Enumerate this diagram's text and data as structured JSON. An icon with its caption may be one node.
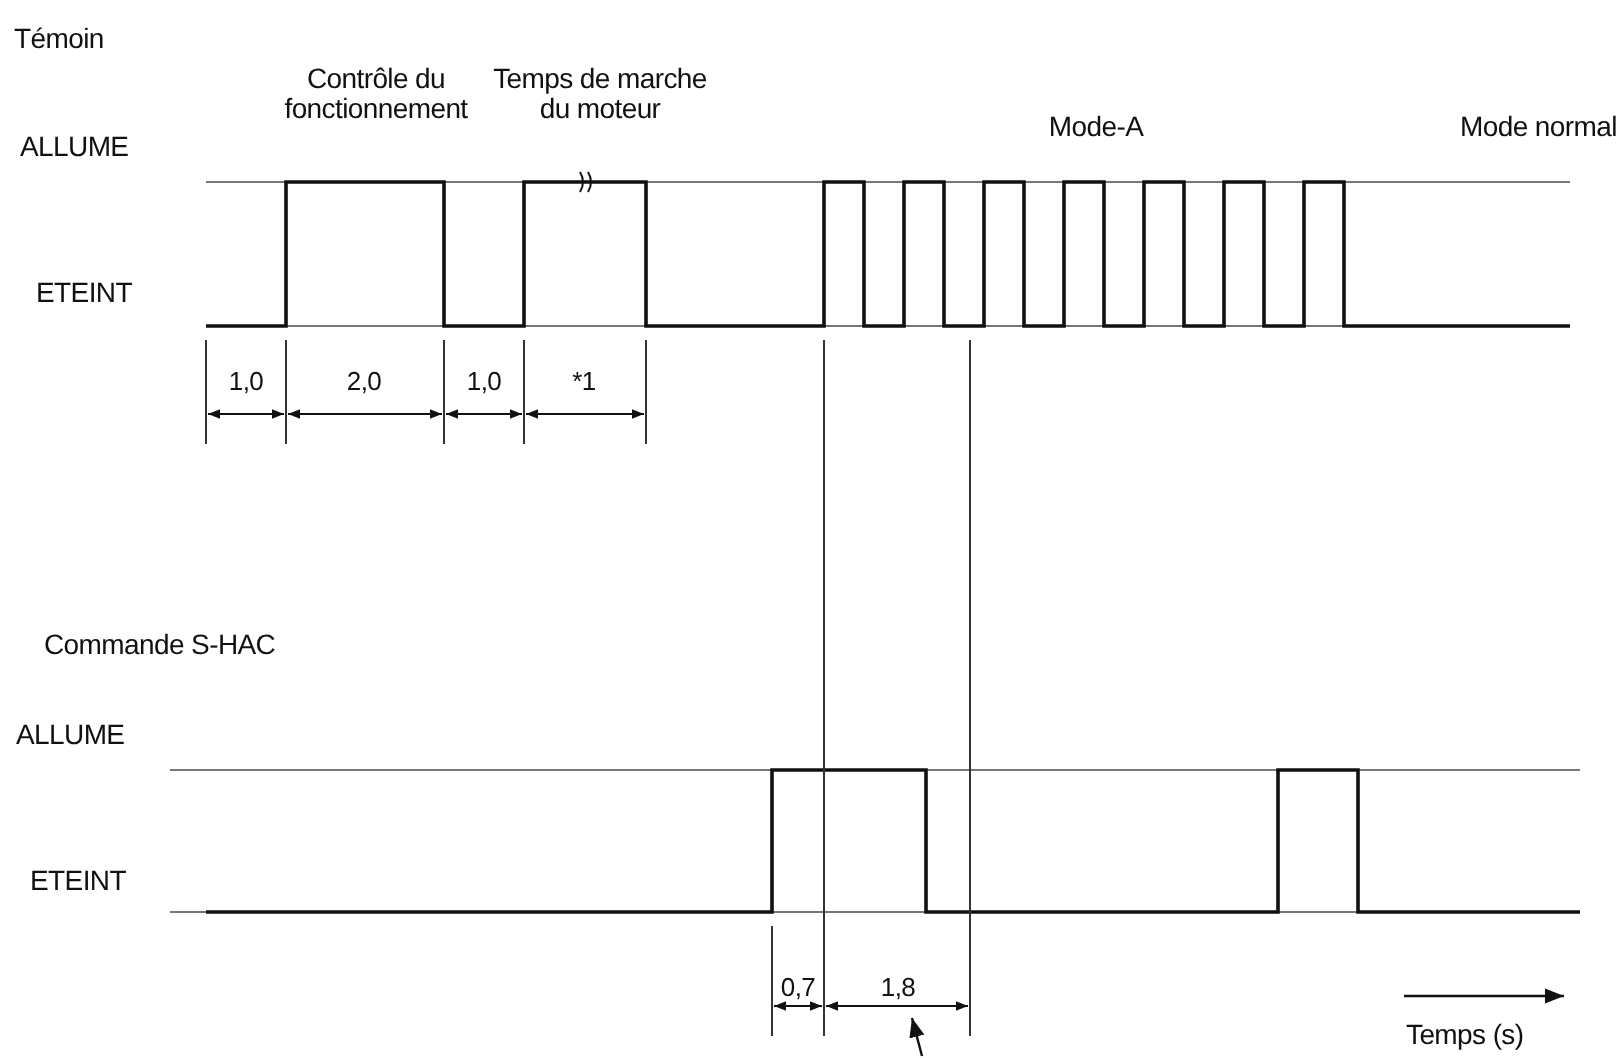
{
  "diagram": {
    "labels": [
      "Témoin",
      "Contrôle du fonctionnement",
      "Temps de marche du moteur",
      "ALLUME",
      "Mode-A",
      "Mode normal",
      "ETEINT",
      "1,0",
      "2,0",
      "1,0",
      "*1",
      "Commande S-HAC",
      "ALLUME",
      "ETEINT",
      "0,7",
      "1,8",
      "Temps (s)"
    ]
  }
}
